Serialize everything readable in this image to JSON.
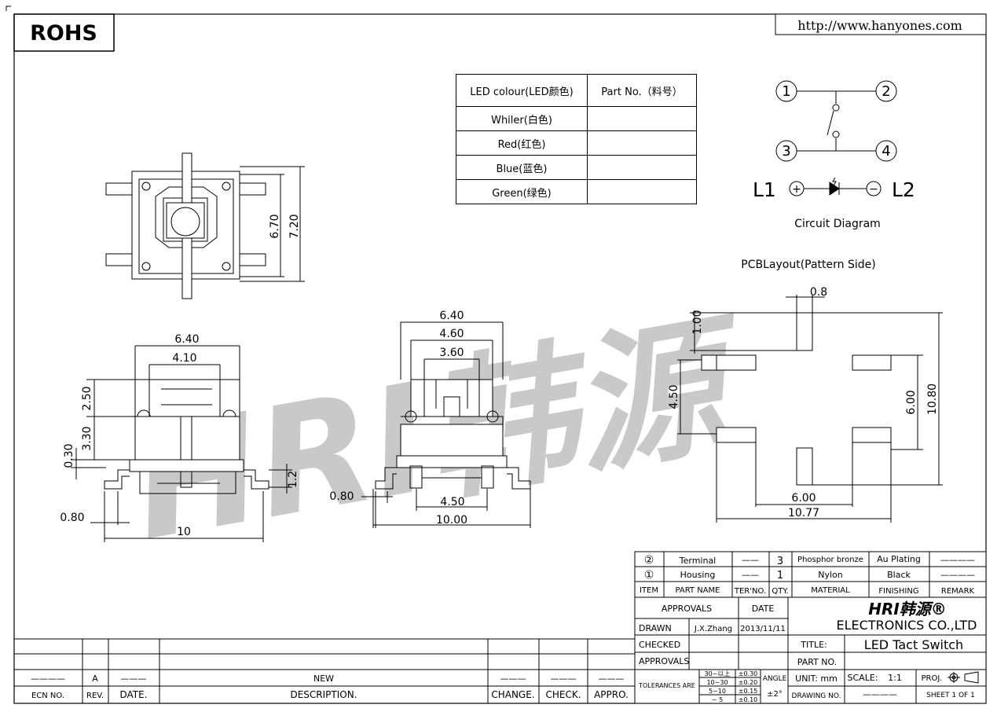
{
  "header": {
    "badge": "ROHS",
    "url": "http://www.hanyones.com"
  },
  "watermark": "HRI韩源",
  "led_table": {
    "headers": [
      "LED colour(LED颜色)",
      "Part No.（料号）"
    ],
    "rows": [
      {
        "colour": "Whiler(白色)",
        "part_no": ""
      },
      {
        "colour": "Red(红色)",
        "part_no": ""
      },
      {
        "colour": "Blue(蓝色)",
        "part_no": ""
      },
      {
        "colour": "Green(绿色)",
        "part_no": ""
      }
    ]
  },
  "circuit": {
    "pins": [
      "1",
      "2",
      "3",
      "4"
    ],
    "l1": "L1",
    "l2": "L2",
    "plus": "+",
    "minus": "−",
    "caption": "Circuit Diagram"
  },
  "pcb": {
    "caption": "PCBLayout(Pattern Side)",
    "dims": {
      "pad_w": "0.8",
      "pad_h": "1.00",
      "v_inner": "4.50",
      "v_mid": "6.00",
      "v_outer": "10.80",
      "h_mid": "6.00",
      "h_outer": "10.77"
    }
  },
  "top_view": {
    "dims": {
      "inner": "6.70",
      "outer": "7.20"
    }
  },
  "side_view_a": {
    "dims": {
      "w_outer": "6.40",
      "w_inner": "4.10",
      "h_cap": "2.50",
      "h_body": "3.30",
      "h_base": "0.30",
      "h_pin": "1.2",
      "pin_w": "0.80",
      "total": "10"
    }
  },
  "side_view_b": {
    "dims": {
      "w_outer": "6.40",
      "w_mid": "4.60",
      "w_inner": "3.60",
      "pin_w": "0.80",
      "pitch": "4.50",
      "total": "10.00"
    }
  },
  "bom": {
    "rows": [
      {
        "item": "②",
        "name": "Terminal",
        "ter": "——",
        "qty": "3",
        "material": "Phosphor bronze",
        "finishing": "Au Plating",
        "remark": "————"
      },
      {
        "item": "①",
        "name": "Housing",
        "ter": "——",
        "qty": "1",
        "material": "Nylon",
        "finishing": "Black",
        "remark": "————"
      }
    ],
    "headers": [
      "ITEM",
      "PART NAME",
      "TER'NO.",
      "QTY.",
      "MATERIAL",
      "FINISHING",
      "REMARK"
    ]
  },
  "title_block": {
    "approvals": "APPROVALS",
    "date": "DATE",
    "drawn_label": "DRAWN",
    "drawn_by": "J.X.Zhang",
    "drawn_date": "2013/11/11",
    "checked_label": "CHECKED",
    "approvals_label": "APPROVALS",
    "company_logo": "HRI韩源®",
    "company": "ELECTRONICS CO.,LTD",
    "title_label": "TITLE:",
    "title": "LED Tact Switch",
    "part_no_label": "PART NO.",
    "tolerances_label": "TOLERANCES ARE",
    "tolerances": [
      {
        "range": "30~以上",
        "tol": "±0.30"
      },
      {
        "range": "10~30",
        "tol": "±0.20"
      },
      {
        "range": "5~10",
        "tol": "±0.15"
      },
      {
        "range": "~ 5",
        "tol": "±0.10"
      }
    ],
    "angle_label": "ANGLE",
    "angle": "±2°",
    "unit": "UNIT:  mm",
    "scale_label": "SCALE:",
    "scale": "1:1",
    "proj": "PROJ.",
    "drawing_no_label": "DRAWING NO.",
    "drawing_no": "————",
    "sheet": "SHEET  1  OF  1"
  },
  "revision": {
    "row": {
      "ecn": "————",
      "rev": "A",
      "date": "———",
      "desc": "NEW",
      "change": "———",
      "check": "———",
      "appro": "———"
    },
    "headers": [
      "ECN NO.",
      "REV.",
      "DATE.",
      "DESCRIPTION.",
      "CHANGE.",
      "CHECK.",
      "APPRO."
    ]
  }
}
